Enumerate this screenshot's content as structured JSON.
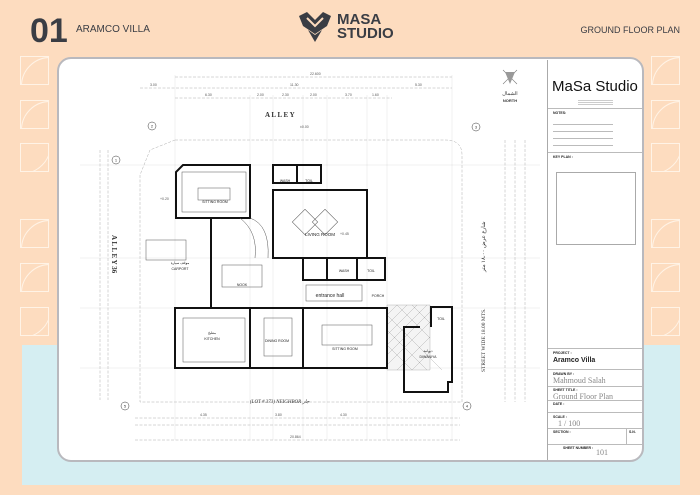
{
  "header": {
    "number": "01",
    "project": "ARAMCO VILLA",
    "sheet_name": "GROUND FLOOR PLAN",
    "logo_line1": "MASA",
    "logo_line2": "STUDIO"
  },
  "colors": {
    "background": "#fddcbf",
    "band": "#d5eef2",
    "text": "#3a3d44",
    "walls": "#111111"
  },
  "plan": {
    "north_ar": "الشمال",
    "north_en": "NORTH",
    "alley_top": "A L L E Y",
    "alley_left": "A L L E Y   36",
    "street": "STREET WIDE 18.00 MTS.",
    "street_ar": "شارع عرض ١٨،٠٠ متر",
    "neighbor": "(LOT # 373) NEIGHBOR  جار",
    "rooms": {
      "sitting_top": "SITTING ROOM",
      "wash_top": "WASH",
      "toilet_top": "TOIL",
      "living": "LIVING ROOM",
      "carport_ar": "موقف سيارة",
      "carport": "CARPORT",
      "nook": "NOOK",
      "wash_mid": "WASH",
      "toilet_mid": "TOIL",
      "entrance": "entrance hall",
      "porch": "PORCH",
      "kitchen_ar": "مطبخ",
      "kitchen": "KITCHEN",
      "dining": "DINING ROOM",
      "sitting_bottom": "SITTING ROOM",
      "diwaniya_ar": "ديوانية",
      "diwaniya": "DIWANIYA",
      "toilet_diw": "TOIL"
    },
    "dims": {
      "total": "22.600",
      "d1": "3.00",
      "d2": "11.30",
      "d3": "5.30",
      "d4": "6.30",
      "d5": "2.00",
      "d6": "2.30",
      "d7": "2.00",
      "d8": "3.70",
      "d9": "1.60",
      "b1": "4.35",
      "b2": "3.80",
      "b3": "4.30",
      "b4": "20.864",
      "lvl1": "±0.00",
      "lvl2": "+0.20",
      "lvl3": "+0.45"
    },
    "grid": [
      "1",
      "2",
      "3",
      "4",
      "5"
    ]
  },
  "title_block": {
    "studio": "MaSa Studio",
    "notes_label": "NOTES:",
    "key_plan_label": "KEY PLAN :",
    "project_label": "PROJECT :",
    "project": "Aramco Villa",
    "drawn_by_label": "DRAWN BY :",
    "drawn_by": "Mahmoud  Salah",
    "sheet_title_label": "SHEET TITLE :",
    "sheet_title": "Ground  Floor  Plan",
    "date_label": "DATE :",
    "scale_label": "SCALE :",
    "scale": "1  /  100",
    "section_label": "SECTION :",
    "sn_label": "S.N.",
    "sheet_number_label": "SHEET NUMBER :",
    "sheet_number": "101"
  }
}
